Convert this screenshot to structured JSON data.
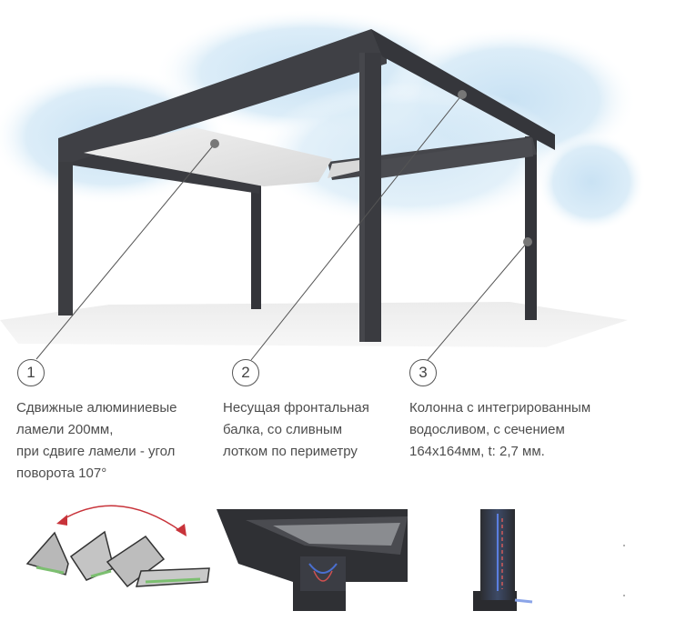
{
  "callouts": [
    {
      "number": "1",
      "text": "Сдвижные алюминиевые\nламели 200мм,\nпри сдвиге ламели - угол\nповорота 107°"
    },
    {
      "number": "2",
      "text": "Несущая фронтальная\nбалка,  со сливным\nлотком по периметру"
    },
    {
      "number": "3",
      "text": "Колонна с интегрированным\nводосливом, с сечением\n164х164мм, t: 2,7 мм."
    }
  ],
  "colors": {
    "frame": "#3c3d41",
    "sky": "#cfe6f5",
    "louver": "#ececec",
    "ground": "#ececec",
    "arrow": "#c8333a"
  }
}
